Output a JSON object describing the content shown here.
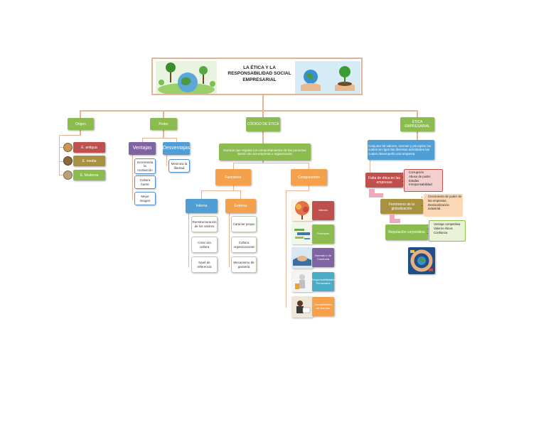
{
  "title": {
    "line1": "LA ÉTICA Y LA",
    "line2": "RESPONSABILIDAD SOCIAL",
    "line3": "EMPRESARIAL"
  },
  "branches": {
    "origen": "Origen",
    "poder": "Poder",
    "codigo": "CÓDIGO DE ÉTICA",
    "etica_empresarial": "ÉTICA EMPRESARIAL"
  },
  "origen_items": [
    "E. antigua",
    "E. media",
    "E. Moderna"
  ],
  "poder": {
    "ventajas": "Ventajas",
    "desventajas": "Desventajas",
    "ventajas_items": [
      "Incrementa la motivación",
      "Cultura fuerte",
      "Mejor imagen"
    ],
    "desventajas_items": [
      "Minimiza la libertad"
    ]
  },
  "codigo": {
    "definicion": "Normas que regulan los comportamientos de las personas dentro de una empresa u organización",
    "funciones": "Funciones",
    "componentes": "Componentes",
    "interna": "Interna",
    "externa": "Externa",
    "interna_items": [
      "Reestructuración de los valores",
      "Crea una cultura",
      "Nivel de referencia"
    ],
    "externa_items": [
      "Carácter propio",
      "Cultura organizacional",
      "Mecanismo de garantía"
    ],
    "componentes_items": [
      "Valores",
      "Principios",
      "Normas o de Conducta",
      "Responsabilidades Personales",
      "Cumplimiento de Normas"
    ]
  },
  "etica": {
    "definicion": "Conjunto de valores, normas y principios los cuales se rigen las diversas actividades las cuales desempeña una empresa",
    "falta": "Falta de ética en las empresas",
    "falta_items": [
      "Corrupción",
      "Abuso de poder.",
      "Estafas",
      "Irresponsabilidad"
    ],
    "globalizacion": "Fenómeno de la globalización",
    "globalizacion_items": [
      "Crecimiento de poder de las empresas.",
      "Deslocalización industrial."
    ],
    "reputacion": "Reputación corporativa",
    "reputacion_items": [
      "Ventaja competitiva",
      "Valores éticos",
      "Confianza"
    ]
  },
  "colors": {
    "line": "#e6b394",
    "green_node": "#8cbc4f",
    "red_node": "#c0504d",
    "olive_node": "#a8923f",
    "purple_node": "#8064a2",
    "blue_node": "#4f9fd6",
    "orange_node": "#f5a04a"
  }
}
